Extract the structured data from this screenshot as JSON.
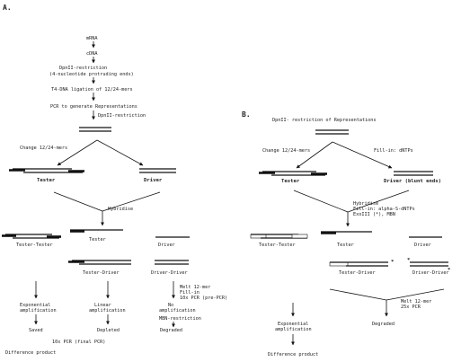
{
  "panel_a": {
    "label": "A.",
    "mrna": "mRNA",
    "cdna": "cDNA",
    "dpnii_restriction": "DpnII-restriction",
    "protruding_ends": "(4-nucleotide protruding ends)",
    "ligation": "T4-DNA ligation of 12/24-mers",
    "pcr_representations": "PCR to generate Representations",
    "dpnii_restriction_2": "DpnII-restriction",
    "change_adapters": "Change 12/24-mers",
    "tester": "Tester",
    "driver": "Driver",
    "hybridise": "Hybridise",
    "tester_tester": "Tester-Tester",
    "tester_single": "Tester",
    "driver_single": "Driver",
    "tester_driver": "Tester-Driver",
    "driver_driver": "Driver-Driver",
    "melt_lines": [
      "Melt 12-mer",
      "Fill-in",
      "10x PCR (pre-PCR)"
    ],
    "exponential": [
      "Exponential",
      "amplification"
    ],
    "linear": [
      "Linear",
      "amplification"
    ],
    "no_amp": [
      "No",
      "amplification"
    ],
    "mbn_restriction": "MBN-restriction",
    "saved": "Saved",
    "depleted": "Depleted",
    "degraded": "Degraded",
    "final_pcr": "10x PCR (final PCR)",
    "difference_product": "Difference product"
  },
  "panel_b": {
    "label": "B.",
    "title": "DpnII- restriction of Representations",
    "change_adapters": "Change 12/24-mers",
    "fill_in": "Fill-in: dNTPs",
    "tester": "Tester",
    "driver_blunt": "Driver (blunt ends)",
    "hybridise_lines": [
      "Hybridise",
      "Fill-in: alpha-S-dNTPs",
      "ExoIII (*), MBN"
    ],
    "tester_tester": "Tester-Tester",
    "tester_single": "Tester",
    "driver_single": "Driver",
    "tester_driver": "Tester-Driver",
    "driver_driver": "Driver-Driver",
    "melt_lines": [
      "Melt 12-mer",
      "25x PCR"
    ],
    "exponential": [
      "Exponential",
      "amplification"
    ],
    "degraded": "Degraded",
    "difference_product": "Difference product",
    "exo_mark": "*"
  }
}
